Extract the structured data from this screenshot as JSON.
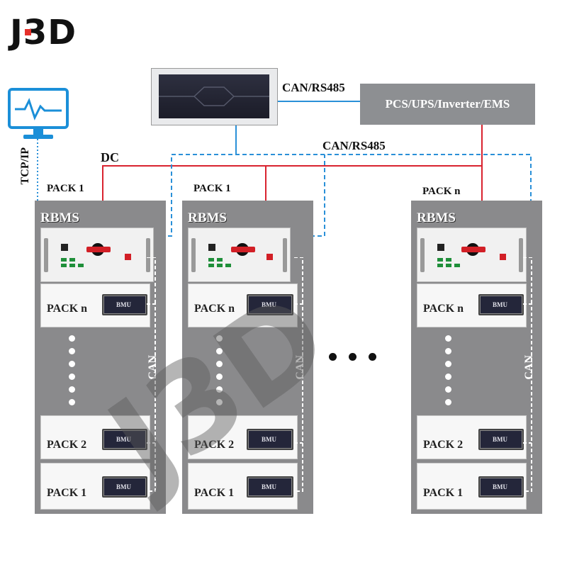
{
  "brand": {
    "logo": "J3D",
    "watermark": "J3D",
    "accent": "#e5302a"
  },
  "labels": {
    "tcpip": "TCP/IP",
    "dc": "DC",
    "can_rs485_top": "CAN/RS485",
    "can_rs485_mid": "CAN/RS485",
    "pcs": "PCS/UPS/Inverter/EMS",
    "can": "CAN",
    "ellipsis": "• • •"
  },
  "racks": [
    {
      "header": "PACK 1",
      "rbms": "RBMS",
      "packs": [
        "PACK n",
        "PACK 2",
        "PACK 1"
      ],
      "bmu": "BMU"
    },
    {
      "header": "PACK 1",
      "rbms": "RBMS",
      "packs": [
        "PACK n",
        "PACK 2",
        "PACK 1"
      ],
      "bmu": "BMU"
    },
    {
      "header": "PACK n",
      "rbms": "RBMS",
      "packs": [
        "PACK n",
        "PACK 2",
        "PACK 1"
      ],
      "bmu": "BMU"
    }
  ],
  "colors": {
    "dc_line": "#d9232f",
    "can_line": "#2a90d8",
    "rack": "#8a8a8c",
    "pcs_box": "#8d8f92"
  },
  "icons": [
    "monitor-icon"
  ]
}
